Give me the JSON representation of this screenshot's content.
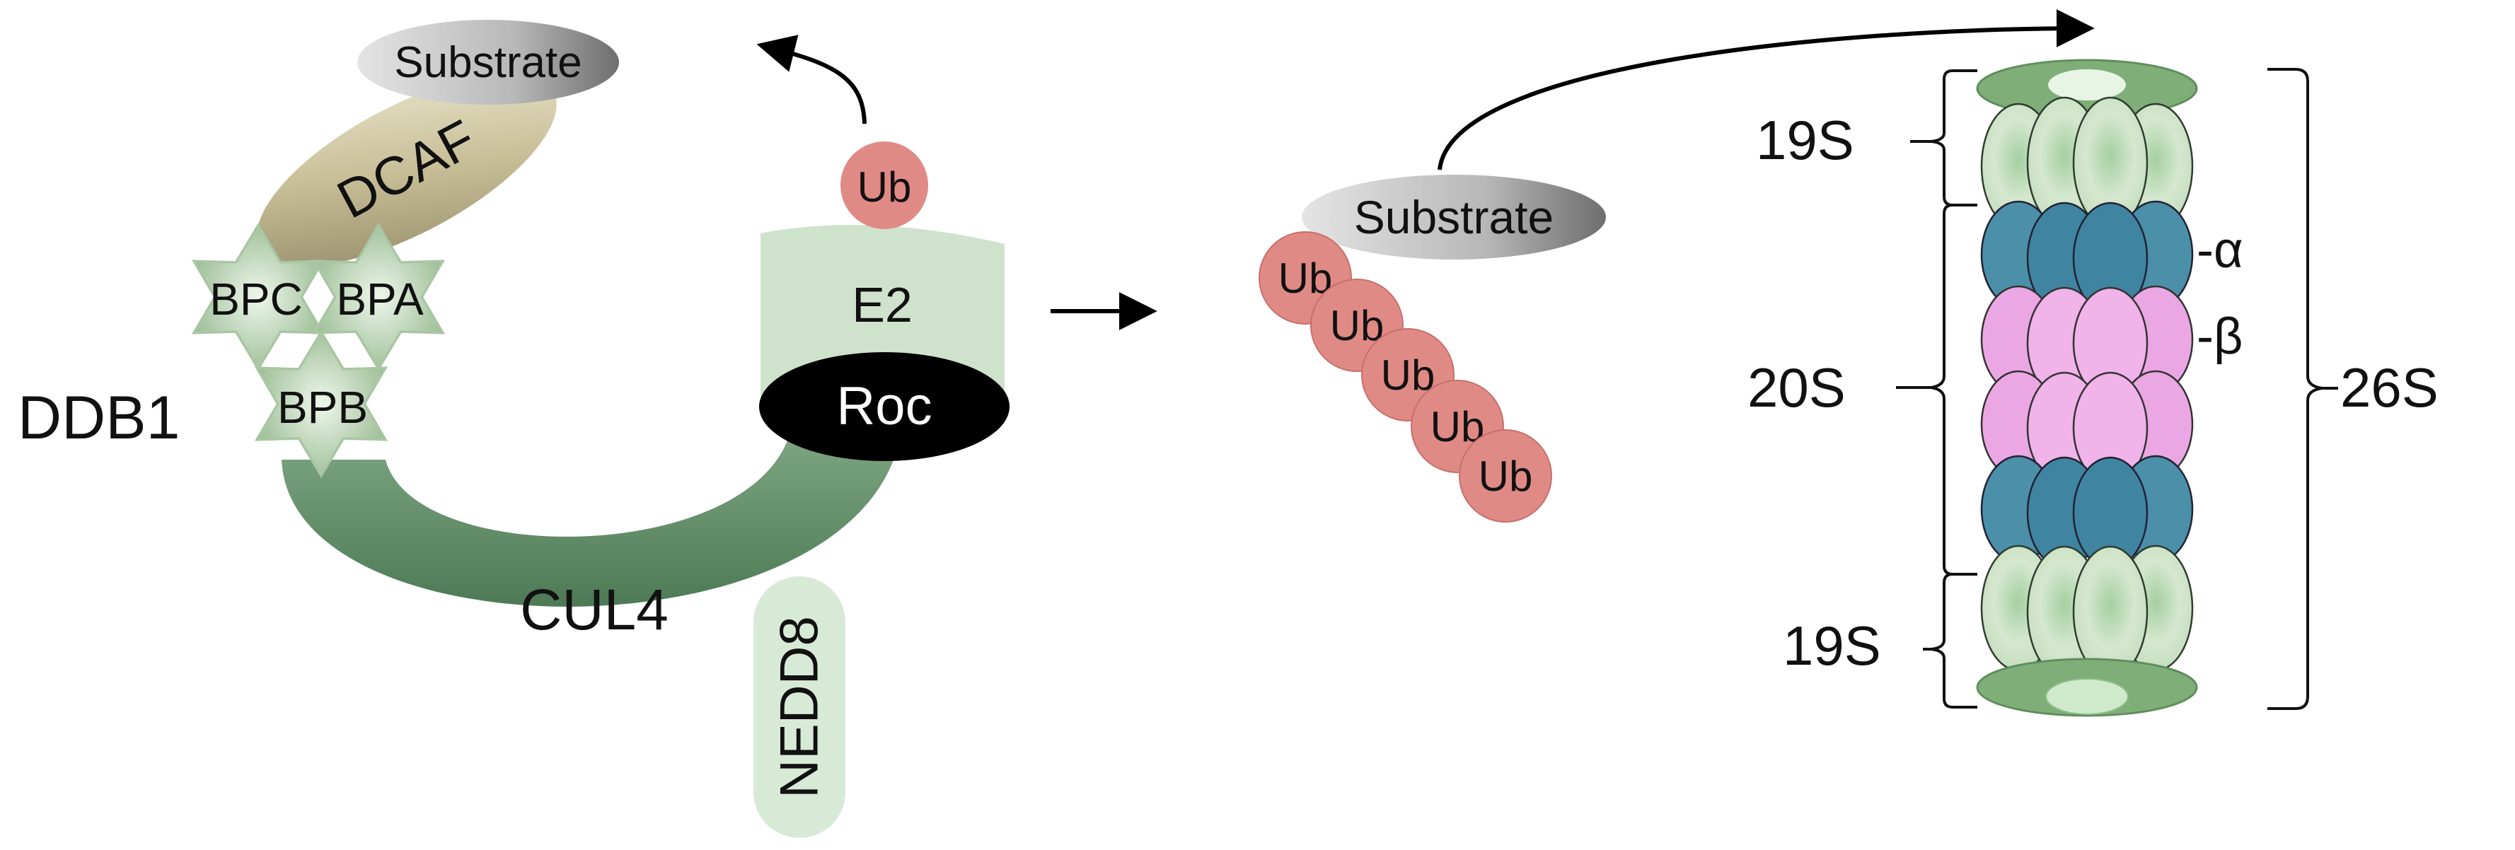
{
  "left_complex": {
    "substrate_label": "Substrate",
    "dcaf_label": "DCAF",
    "bpc_label": "BPC",
    "bpa_label": "BPA",
    "bpb_label": "BPB",
    "ddb1_label": "DDB1",
    "cul4_label": "CUL4",
    "nedd8_label": "NEDD8",
    "ub_label": "Ub",
    "e2_label": "E2",
    "roc_label": "Roc"
  },
  "middle": {
    "substrate_label": "Substrate",
    "ub_chain": [
      "Ub",
      "Ub",
      "Ub",
      "Ub",
      "Ub"
    ]
  },
  "proteasome": {
    "label_19s_top": "19S",
    "label_20s": "20S",
    "label_19s_bottom": "19S",
    "label_26s": "26S",
    "label_alpha": "-α",
    "label_beta": "-β"
  },
  "colors": {
    "ub": "#e08a86",
    "cul4": "#6f9a75",
    "e2": "#cfe3cc",
    "roc": "#000000",
    "dcaf": "#cdc39a",
    "substrate": "#b5b5b5",
    "alpha_ring": "#4b8fa9",
    "beta_ring": "#eba7e4",
    "cap": "#c8dfc2"
  }
}
